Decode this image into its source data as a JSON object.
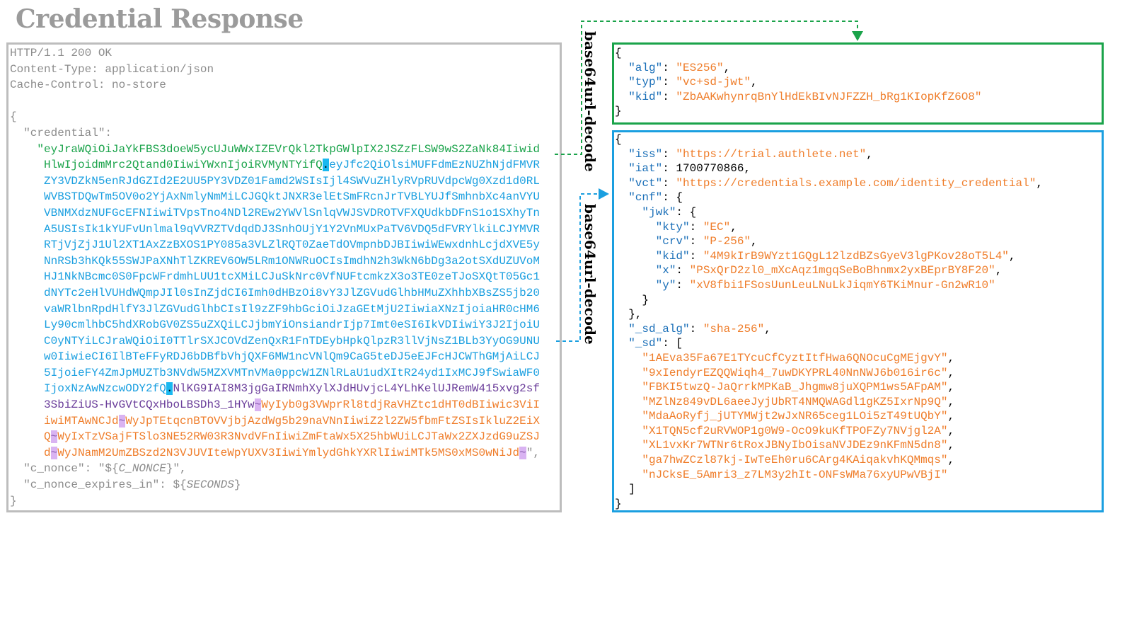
{
  "title": "Credential Response",
  "labels": {
    "decode_1": "base64url-decode",
    "decode_2": "base64url-decode"
  },
  "http": {
    "status": "HTTP/1.1 200 OK",
    "content_type": "Content-Type: application/json",
    "cache_control": "Cache-Control: no-store"
  },
  "body": {
    "open": "{",
    "credential_key": "  \"credential\":",
    "c_nonce_prefix": "  \"c_nonce\": \"${",
    "c_nonce_var": "C_NONCE",
    "c_nonce_suffix": "}\",",
    "c_nonce_exp_prefix": "  \"c_nonce_expires_in\": ${",
    "c_nonce_exp_var": "SECONDS",
    "c_nonce_exp_suffix": "}",
    "close": "}"
  },
  "credential_lines": [
    [
      [
        "g",
        "    \"eyJraWQiOiJaYkFBS3doeW5ycUJuWWxIZEVrQkl2TkpGWlpIX2JSZzFLSW9wS2ZaNk84Iiwid"
      ]
    ],
    [
      [
        "g",
        "     HlwIjoidmMrc2Qtand0IiwiYWxnIjoiRVMyNTYifQ"
      ],
      [
        "dot",
        "."
      ],
      [
        "b",
        "eyJfc2QiOlsiMUFFdmEzNUZhNjdFMVR"
      ]
    ],
    [
      [
        "b",
        "     ZY3VDZkN5enRJdGZId2E2UU5PY3VDZ01Famd2WSIsIjl4SWVuZHlyRVpRUVdpcWg0Xzd1d0RL"
      ]
    ],
    [
      [
        "b",
        "     WVBSTDQwTm5OV0o2YjAxNmlyNmMiLCJGQktJNXR3elEtSmFRcnJrTVBLYUJfSmhnbXc4anVYU"
      ]
    ],
    [
      [
        "b",
        "     VBNMXdzNUFGcEFNIiwiTVpsTno4NDl2REw2YWVlSnlqVWJSVDROTVFXQUdkbDFnS1o1SXhyTn"
      ]
    ],
    [
      [
        "b",
        "     A5USIsIk1kYUFvUnlmal9qVVRZTVdqdDJ3SnhOUjY1Y2VnMUxPaTV6VDQ5dFVRYlkiLCJYMVR"
      ]
    ],
    [
      [
        "b",
        "     RTjVjZjJ1Ul2XT1AxZzBXOS1PY085a3VLZlRQT0ZaeTdOVmpnbDJBIiwiWEwxdnhLcjdXVE5y"
      ]
    ],
    [
      [
        "b",
        "     NnRSb3hKQk55SWJPaXNhTlZKREV6OW5LRm1ONWRuOCIsImdhN2h3WkN6bDg3a2otSXdUZUVoM"
      ]
    ],
    [
      [
        "b",
        "     HJ1NkNBcmc0S0FpcWFrdmhLUU1tcXMiLCJuSkNrc0VfNUFtcmkzX3o3TE0zeTJoSXQtT05Gc1"
      ]
    ],
    [
      [
        "b",
        "     dNYTc2eHlVUHdWQmpJIl0sInZjdCI6Imh0dHBzOi8vY3JlZGVudGlhbHMuZXhhbXBsZS5jb20"
      ]
    ],
    [
      [
        "b",
        "     vaWRlbnRpdHlfY3JlZGVudGlhbCIsIl9zZF9hbGciOiJzaGEtMjU2IiwiaXNzIjoiaHR0cHM6"
      ]
    ],
    [
      [
        "b",
        "     Ly90cmlhbC5hdXRobGV0ZS5uZXQiLCJjbmYiOnsiandrIjp7Imt0eSI6IkVDIiwiY3J2IjoiU"
      ]
    ],
    [
      [
        "b",
        "     C0yNTYiLCJraWQiOiI0TTlrSXJCOVdZenQxR1FnTDEybHpkQlpzR3llVjNsZ1BLb3YyOG9UNU"
      ]
    ],
    [
      [
        "b",
        "     w0IiwieCI6IlBTeFFyRDJ6bDBfbVhjQXF6MW1ncVNlQm9CaG5teDJ5eEJFcHJCWThGMjAiLCJ"
      ]
    ],
    [
      [
        "b",
        "     5IjoieFY4ZmJpMUZTb3NVdW5MZXVMTnVMa0ppcW1ZNlRLaU1udXItR24yd1IxMCJ9fSwiaWF0"
      ]
    ],
    [
      [
        "b",
        "     IjoxNzAwNzcwODY2fQ"
      ],
      [
        "dot",
        "."
      ],
      [
        "p",
        "NlKG9IAI8M3jgGaIRNmhXylXJdHUvjcL4YLhKelUJRemW415xvg2sf"
      ]
    ],
    [
      [
        "p",
        "     3SbiZiUS-HvGVtCQxHboLBSDh3_1HYw"
      ],
      [
        "tilde",
        "~"
      ],
      [
        "o",
        "WyIyb0g3VWprRl8tdjRaVHZtc1dHT0dBIiwic3ViI"
      ]
    ],
    [
      [
        "o",
        "     iwiMTAwNCJd"
      ],
      [
        "tilde",
        "~"
      ],
      [
        "o",
        "WyJpTEtqcnBTOVVjbjAzdWg5b29naVNnIiwiZ2l2ZW5fbmFtZSIsIkluZ2EiX"
      ]
    ],
    [
      [
        "o",
        "     Q"
      ],
      [
        "tilde",
        "~"
      ],
      [
        "o",
        "WyIxTzVSajFTSlo3NE52RW03R3NvdVFnIiwiZmFtaWx5X25hbWUiLCJTaWx2ZXJzdG9uZSJ"
      ]
    ],
    [
      [
        "o",
        "     d"
      ],
      [
        "tilde",
        "~"
      ],
      [
        "o",
        "WyJNamM2UmZBSzd2N3VJUVIteWpYUXV3IiwiYmlydGhkYXRlIiwiMTk5MS0xMS0wNiJd"
      ],
      [
        "tilde",
        "~"
      ],
      [
        "gray",
        "\","
      ]
    ]
  ],
  "jwt_header_lines": [
    [
      [
        "k",
        "{"
      ]
    ],
    [
      [
        "k",
        "  "
      ],
      [
        "key",
        "\"alg\""
      ],
      [
        "k",
        ": "
      ],
      [
        "s",
        "\"ES256\""
      ],
      [
        "k",
        ","
      ]
    ],
    [
      [
        "k",
        "  "
      ],
      [
        "key",
        "\"typ\""
      ],
      [
        "k",
        ": "
      ],
      [
        "s",
        "\"vc+sd-jwt\""
      ],
      [
        "k",
        ","
      ]
    ],
    [
      [
        "k",
        "  "
      ],
      [
        "key",
        "\"kid\""
      ],
      [
        "k",
        ": "
      ],
      [
        "s",
        "\"ZbAAKwhynrqBnYlHdEkBIvNJFZZH_bRg1KIopKfZ6O8\""
      ]
    ],
    [
      [
        "k",
        "}"
      ]
    ]
  ],
  "jwt_payload_lines": [
    [
      [
        "k",
        "{"
      ]
    ],
    [
      [
        "k",
        "  "
      ],
      [
        "key",
        "\"iss\""
      ],
      [
        "k",
        ": "
      ],
      [
        "s",
        "\"https://trial.authlete.net\""
      ],
      [
        "k",
        ","
      ]
    ],
    [
      [
        "k",
        "  "
      ],
      [
        "key",
        "\"iat\""
      ],
      [
        "k",
        ": 1700770866,"
      ]
    ],
    [
      [
        "k",
        "  "
      ],
      [
        "key",
        "\"vct\""
      ],
      [
        "k",
        ": "
      ],
      [
        "s",
        "\"https://credentials.example.com/identity_credential\""
      ],
      [
        "k",
        ","
      ]
    ],
    [
      [
        "k",
        "  "
      ],
      [
        "key",
        "\"cnf\""
      ],
      [
        "k",
        ": {"
      ]
    ],
    [
      [
        "k",
        "    "
      ],
      [
        "key",
        "\"jwk\""
      ],
      [
        "k",
        ": {"
      ]
    ],
    [
      [
        "k",
        "      "
      ],
      [
        "key",
        "\"kty\""
      ],
      [
        "k",
        ": "
      ],
      [
        "s",
        "\"EC\""
      ],
      [
        "k",
        ","
      ]
    ],
    [
      [
        "k",
        "      "
      ],
      [
        "key",
        "\"crv\""
      ],
      [
        "k",
        ": "
      ],
      [
        "s",
        "\"P-256\""
      ],
      [
        "k",
        ","
      ]
    ],
    [
      [
        "k",
        "      "
      ],
      [
        "key",
        "\"kid\""
      ],
      [
        "k",
        ": "
      ],
      [
        "s",
        "\"4M9kIrB9WYzt1GQgL12lzdBZsGyeV3lgPKov28oT5L4\""
      ],
      [
        "k",
        ","
      ]
    ],
    [
      [
        "k",
        "      "
      ],
      [
        "key",
        "\"x\""
      ],
      [
        "k",
        ": "
      ],
      [
        "s",
        "\"PSxQrD2zl0_mXcAqz1mgqSeBoBhnmx2yxBEprBY8F20\""
      ],
      [
        "k",
        ","
      ]
    ],
    [
      [
        "k",
        "      "
      ],
      [
        "key",
        "\"y\""
      ],
      [
        "k",
        ": "
      ],
      [
        "s",
        "\"xV8fbi1FSosUunLeuLNuLkJiqmY6TKiMnur-Gn2wR10\""
      ]
    ],
    [
      [
        "k",
        "    }"
      ]
    ],
    [
      [
        "k",
        "  },"
      ]
    ],
    [
      [
        "k",
        "  "
      ],
      [
        "key",
        "\"_sd_alg\""
      ],
      [
        "k",
        ": "
      ],
      [
        "s",
        "\"sha-256\""
      ],
      [
        "k",
        ","
      ]
    ],
    [
      [
        "k",
        "  "
      ],
      [
        "key",
        "\"_sd\""
      ],
      [
        "k",
        ": ["
      ]
    ],
    [
      [
        "k",
        "    "
      ],
      [
        "s",
        "\"1AEva35Fa67E1TYcuCfCyztItfHwa6QNOcuCgMEjgvY\""
      ],
      [
        "k",
        ","
      ]
    ],
    [
      [
        "k",
        "    "
      ],
      [
        "s",
        "\"9xIendyrEZQQWiqh4_7uwDKYPRL40NnNWJ6b016ir6c\""
      ],
      [
        "k",
        ","
      ]
    ],
    [
      [
        "k",
        "    "
      ],
      [
        "s",
        "\"FBKI5twzQ-JaQrrkMPKaB_Jhgmw8juXQPM1ws5AFpAM\""
      ],
      [
        "k",
        ","
      ]
    ],
    [
      [
        "k",
        "    "
      ],
      [
        "s",
        "\"MZlNz849vDL6aeeJyjUbRT4NMQWAGdl1gKZ5IxrNp9Q\""
      ],
      [
        "k",
        ","
      ]
    ],
    [
      [
        "k",
        "    "
      ],
      [
        "s",
        "\"MdaAoRyfj_jUTYMWjt2wJxNR65ceg1LOi5zT49tUQbY\""
      ],
      [
        "k",
        ","
      ]
    ],
    [
      [
        "k",
        "    "
      ],
      [
        "s",
        "\"X1TQN5cf2uRVWOP1g0W9-OcO9kuKfTPOFZy7NVjgl2A\""
      ],
      [
        "k",
        ","
      ]
    ],
    [
      [
        "k",
        "    "
      ],
      [
        "s",
        "\"XL1vxKr7WTNr6tRoxJBNyIbOisaNVJDEz9nKFmN5dn8\""
      ],
      [
        "k",
        ","
      ]
    ],
    [
      [
        "k",
        "    "
      ],
      [
        "s",
        "\"ga7hwZCzl87kj-IwTeEh0ru6CArg4KAiqakvhKQMmqs\""
      ],
      [
        "k",
        ","
      ]
    ],
    [
      [
        "k",
        "    "
      ],
      [
        "s",
        "\"nJCksE_5Amri3_z7LM3y2hIt-ONFsWMa76xyUPwVBjI\""
      ]
    ],
    [
      [
        "k",
        "  ]"
      ]
    ],
    [
      [
        "k",
        "}"
      ]
    ]
  ],
  "colors": {
    "header_border": "#1aa34a",
    "payload_border": "#1a9fe0",
    "left_border": "#bdbdbd"
  }
}
